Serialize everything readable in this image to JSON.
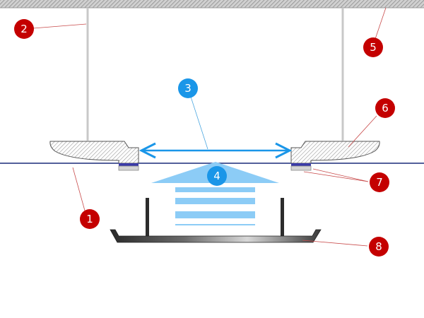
{
  "colors": {
    "callout_red": "#c40000",
    "callout_blue": "#1a96e8",
    "arrow_blue": "#8cccf6",
    "leader_red": "#c84a4a",
    "leader_blue": "#4aa6e0",
    "ceiling_line": "#1a2a7a",
    "frame": "#c8c8c8",
    "gasket": "#3a3aa8"
  },
  "callouts": [
    {
      "id": "1",
      "label": "1",
      "kind": "red"
    },
    {
      "id": "2",
      "label": "2",
      "kind": "red"
    },
    {
      "id": "3",
      "label": "3",
      "kind": "blue"
    },
    {
      "id": "4",
      "label": "4",
      "kind": "blue"
    },
    {
      "id": "5",
      "label": "5",
      "kind": "red"
    },
    {
      "id": "6",
      "label": "6",
      "kind": "red"
    },
    {
      "id": "7",
      "label": "7",
      "kind": "red"
    },
    {
      "id": "8",
      "label": "8",
      "kind": "red"
    }
  ]
}
